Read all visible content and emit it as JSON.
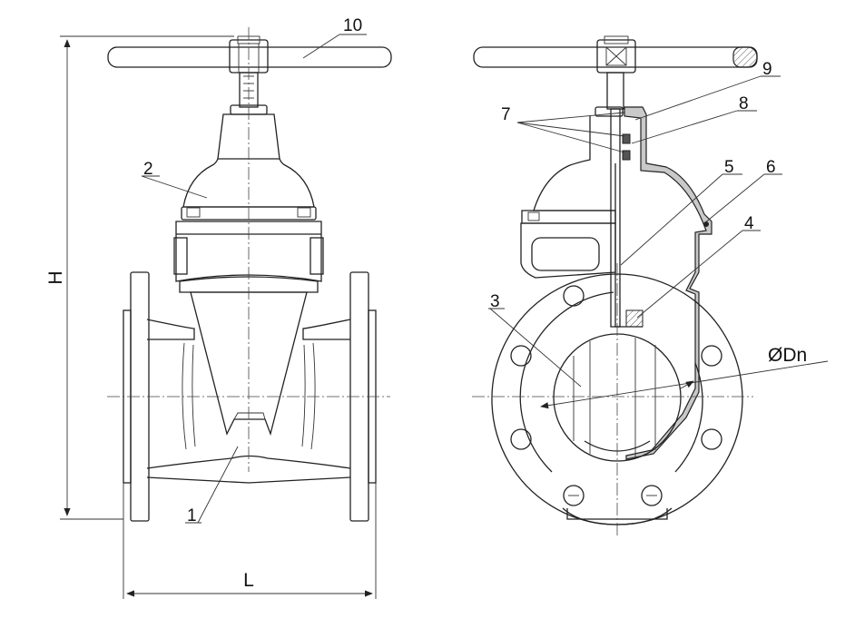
{
  "dimensions": {
    "height": "H",
    "length": "L",
    "nominal_diameter": "ØDn"
  },
  "parts": [
    "1",
    "2",
    "3",
    "4",
    "5",
    "6",
    "7",
    "8",
    "9",
    "10"
  ],
  "colors": {
    "line": "#222222",
    "section_fill": "#c9c9c9",
    "background": "#ffffff"
  }
}
